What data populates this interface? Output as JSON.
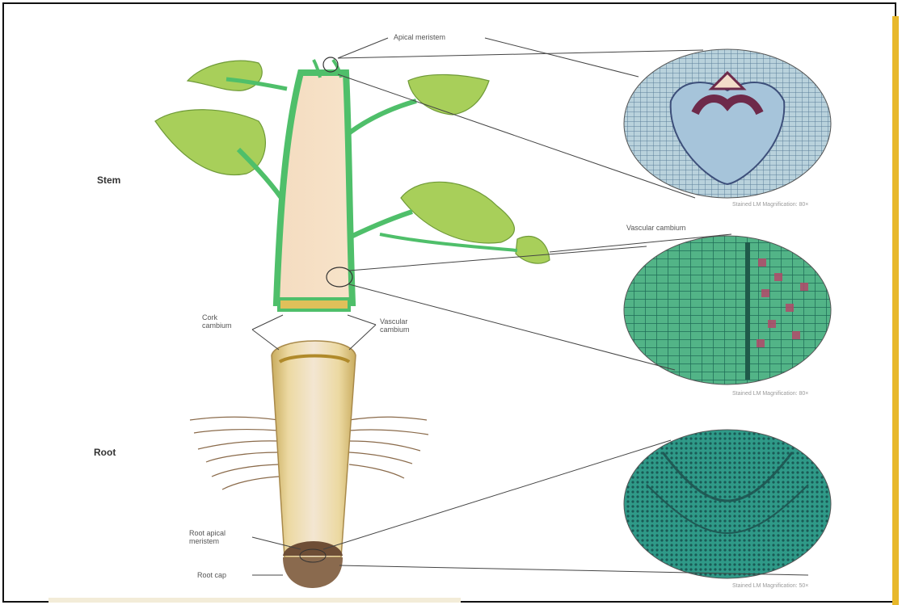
{
  "colors": {
    "border": "#111111",
    "accent_bar": "#e8b82a",
    "stem_green": "#4fbf6a",
    "leaf_green": "#a8cf5a",
    "root_tan": "#d6bf7e",
    "micro_teal": "#2e9a7e",
    "micro_purple": "#8a4a6e"
  },
  "sections": {
    "stem_label": "Stem",
    "root_label": "Root"
  },
  "labels": {
    "apical_meristem": "Apical meristem",
    "vascular_cambium_top": "Vascular cambium",
    "cork_cambium": "Cork cambium",
    "vascular_cambium_stem": "Vascular cambium",
    "root_apical_meristem": "Root apical meristem",
    "root_cap": "Root cap"
  },
  "captions": {
    "micro1": "Stained LM Magnification: 80×",
    "micro2": "Stained LM Magnification: 80×",
    "micro3": "Stained LM Magnification: 50×"
  },
  "icons": [
    "apical-meristem-circle",
    "vascular-cambium-circle",
    "microscope-view"
  ]
}
